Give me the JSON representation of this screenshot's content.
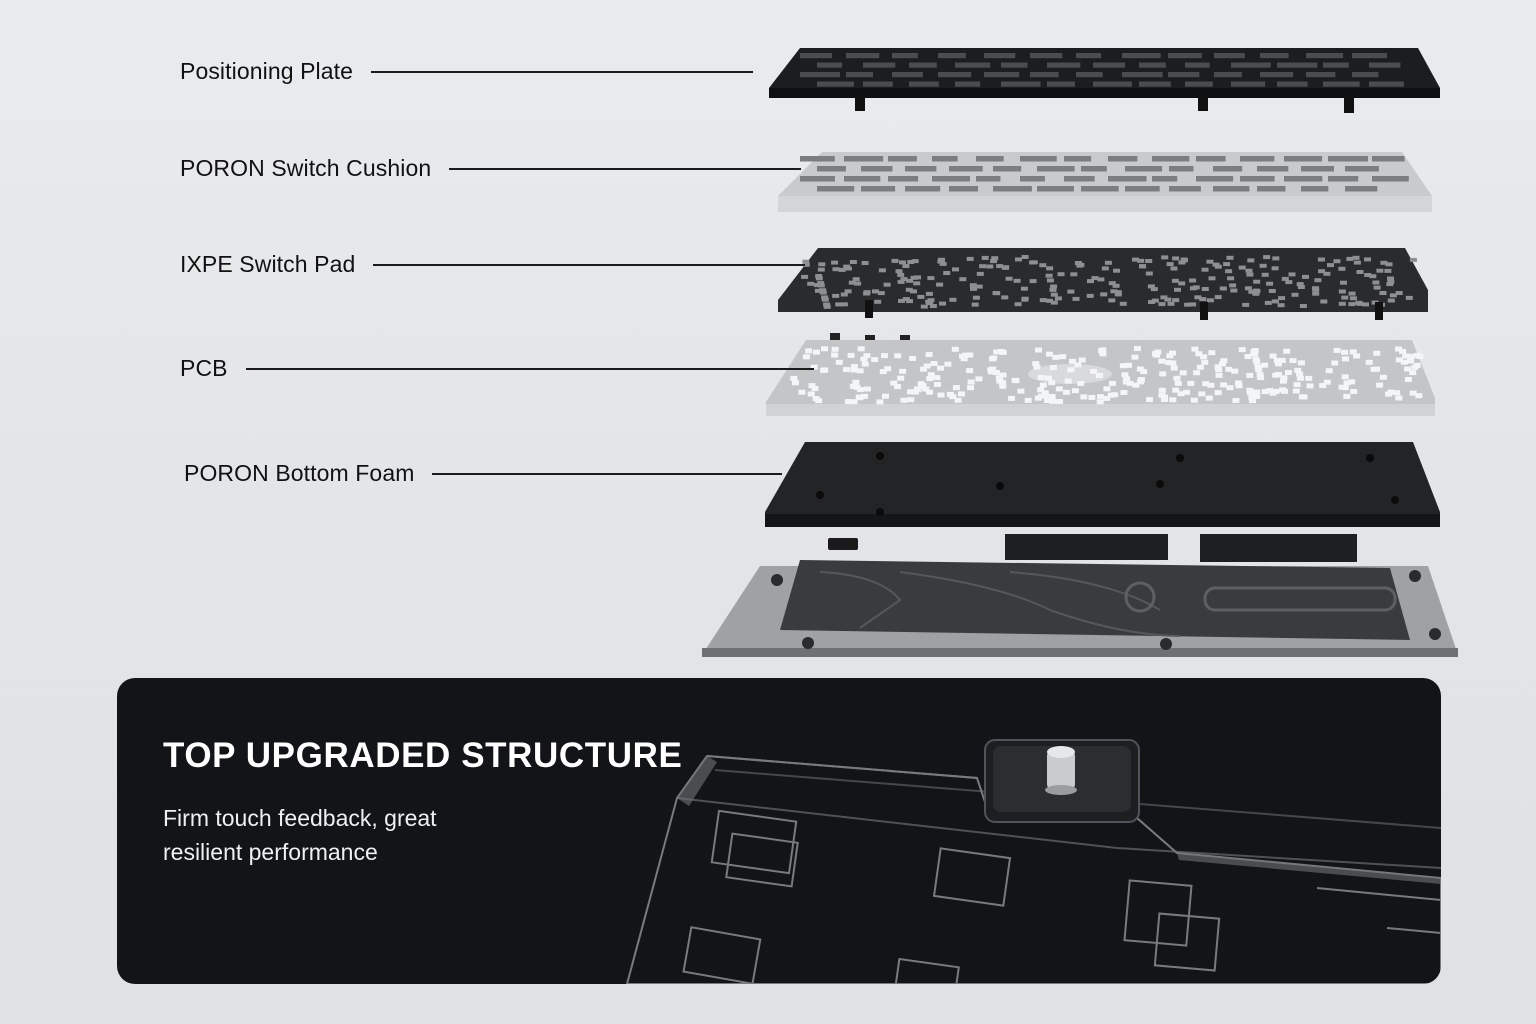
{
  "layers": [
    {
      "label": "Positioning Plate",
      "color": "#1c1d1f",
      "style": "dark-plate"
    },
    {
      "label": "PORON Switch Cushion",
      "color": "#b9babd",
      "style": "light-cushion"
    },
    {
      "label": "IXPE Switch Pad",
      "color": "#2a2b2d",
      "style": "dark-pad"
    },
    {
      "label": "PCB",
      "color": "#c4c5c7",
      "style": "light-pcb"
    },
    {
      "label": "PORON Bottom Foam",
      "color": "#202123",
      "style": "dark-foam"
    }
  ],
  "base_case_color": "#3a3b3e",
  "feature_panel": {
    "title": "TOP UPGRADED STRUCTURE",
    "body_line1": "Firm touch feedback, great",
    "body_line2": "resilient performance",
    "background": "#121417"
  }
}
